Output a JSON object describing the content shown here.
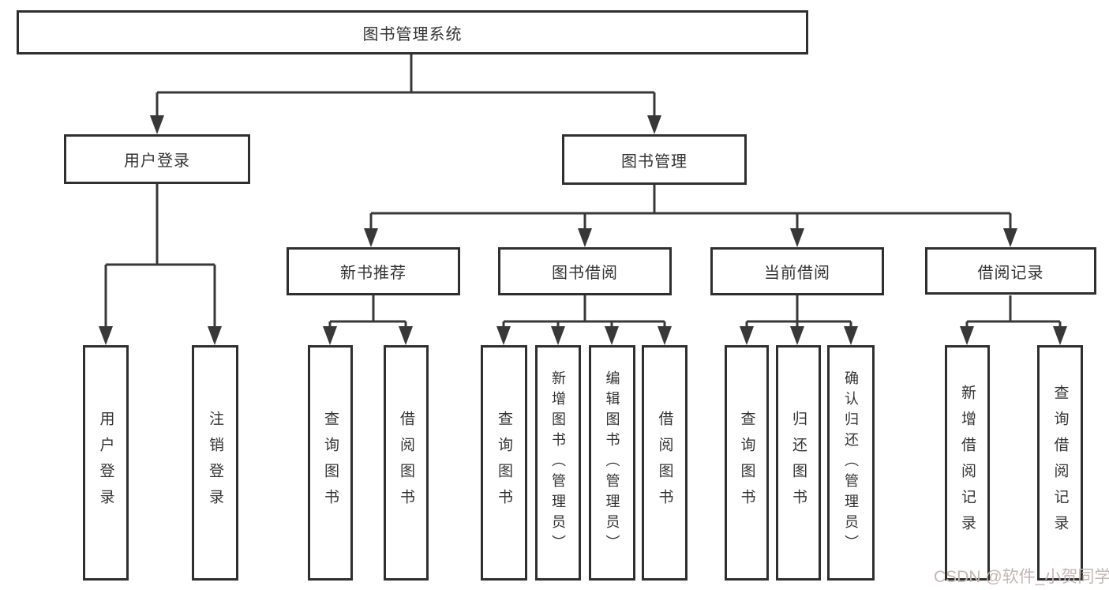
{
  "diagram": {
    "title": "图书管理系统",
    "nodes": {
      "user_login": "用户登录",
      "book_management": "图书管理",
      "new_book_recommend": "新书推荐",
      "book_borrow": "图书借阅",
      "current_borrow": "当前借阅",
      "borrow_records": "借阅记录"
    },
    "leaves": {
      "user_login": "用户登录",
      "logout": "注销登录",
      "nbr_query_book": "查询图书",
      "nbr_borrow_book": "借阅图书",
      "bb_query_book": "查询图书",
      "bb_add_book_admin": "新增图书（管理员）",
      "bb_edit_book_admin": "编辑图书（管理员）",
      "bb_borrow_book": "借阅图书",
      "cb_query_book": "查询图书",
      "cb_return_book": "归还图书",
      "cb_confirm_return_admin": "确认归还（管理员）",
      "br_add_record": "新增借阅记录",
      "br_query_record": "查询借阅记录"
    },
    "watermark": "CSDN @软件_小贺同学",
    "colors": {
      "line": "#383838",
      "box_border": "#2f2f2f",
      "text": "#333333",
      "watermark": "#c6b5b5",
      "background": "#ffffff"
    }
  }
}
